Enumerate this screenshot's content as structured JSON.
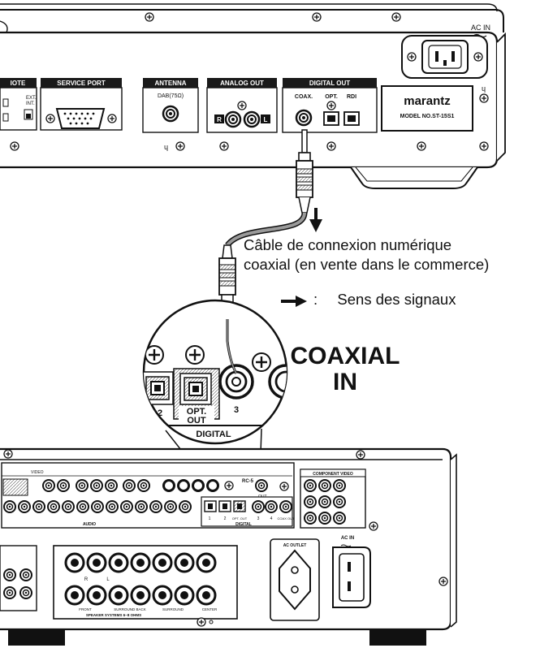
{
  "tuner_panel": {
    "remote_label": "IOTE",
    "ext_label": "EXT.",
    "int_label": "INT.",
    "service_port_label": "SERVICE PORT",
    "antenna_label": "ANTENNA",
    "dab_label": "DAB(75Ω)",
    "analog_out_label": "ANALOG OUT",
    "analog_r": "R",
    "analog_l": "L",
    "digital_out_label": "DIGITAL OUT",
    "coax_label": "COAX.",
    "opt_label": "OPT.",
    "rdi_label": "RDI",
    "brand": "marantz",
    "model": "MODEL NO.ST-15S1",
    "ac_in_label": "AC IN"
  },
  "annotations": {
    "cable_line1": "Câble de connexion numérique",
    "cable_line2": "coaxial (en vente dans le commerce)",
    "signal_legend_sep": ":",
    "signal_legend": "Sens des signaux",
    "coaxial_in_line1": "COAXIAL",
    "coaxial_in_line2": "IN"
  },
  "zoom": {
    "jack_2": "2",
    "opt_out_1": "OPT.",
    "opt_out_2": "OUT",
    "jack_3": "3",
    "digital": "DIGITAL"
  },
  "receiver": {
    "video": "VIDEO",
    "rc5": "RC-5",
    "out": "OUT",
    "component_video": "COMPONENT VIDEO",
    "audio": "AUDIO",
    "digital": "DIGITAL",
    "ac_in": "AC IN",
    "ac_outlet": "AC OUTLET",
    "front": "FRONT",
    "surround_back": "SURROUND BACK",
    "surround": "SURROUND",
    "center": "CENTER",
    "speaker_systems": "SPEAKER SYSTEMS 6~8 OHMS",
    "opt_out": "OPT. OUT",
    "coax_out": "COAX OUT",
    "n1": "1",
    "n2": "2",
    "n3": "3",
    "n4": "4",
    "r": "R",
    "l": "L"
  },
  "colors": {
    "ink": "#111111",
    "panel": "#ffffff",
    "header_fill": "#1a1a1a",
    "cable_gray": "#9a9a9a"
  }
}
